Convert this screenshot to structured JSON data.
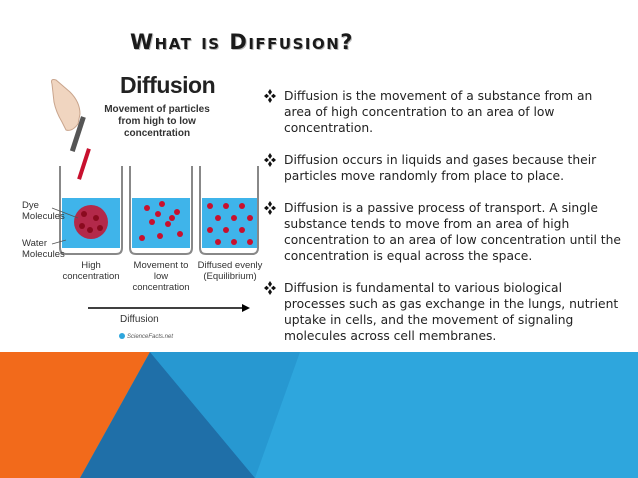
{
  "slide": {
    "title": "What is Diffusion?",
    "colors": {
      "orange": "#f26a1b",
      "blue": "#2ea6dd",
      "dark_blue": "#1f6fa8",
      "water": "#3fb4ea",
      "dye": "#c8102e"
    }
  },
  "diagram": {
    "title": "Diffusion",
    "subtitle": "Movement of particles from high to low concentration",
    "labels": {
      "dye": "Dye\nMolecules",
      "water": "Water\nMolecules"
    },
    "captions": [
      "High\nconcentration",
      "Movement to\nlow concentration",
      "Diffused evenly\n(Equilibrium)"
    ],
    "axis_label": "Diffusion",
    "logo_text": "ScienceFacts.net"
  },
  "bullets": [
    "Diffusion is the movement of a substance from an area of high concentration to an area of low concentration.",
    "Diffusion occurs in liquids and gases because their particles move randomly from place to place.",
    "Diffusion is a passive process of transport. A single substance tends to move from an area of high concentration to an area of low concentration until the concentration is equal across the space.",
    "Diffusion is fundamental to various biological processes such as gas exchange in the lungs, nutrient uptake in cells, and the movement of signaling molecules across cell membranes."
  ]
}
